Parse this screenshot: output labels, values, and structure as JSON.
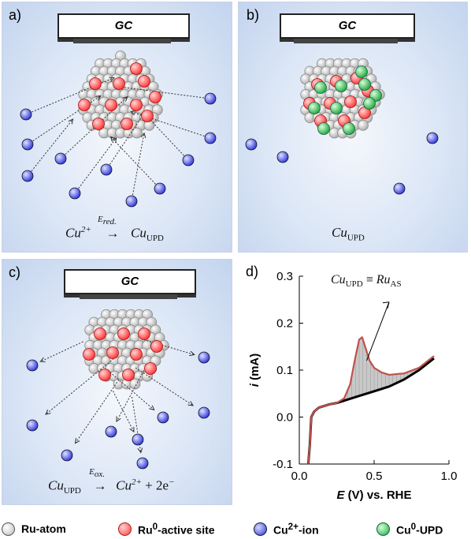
{
  "panels": {
    "a": {
      "label": "a)",
      "gc": "GC",
      "eq": {
        "left": "Cu",
        "left_sup": "2+",
        "over": "E",
        "over_sub": "red.",
        "right": "Cu",
        "right_sub": "UPD"
      }
    },
    "b": {
      "label": "b)",
      "gc": "GC",
      "eq": {
        "text": "Cu",
        "sub": "UPD"
      }
    },
    "c": {
      "label": "c)",
      "gc": "GC",
      "eq": {
        "left": "Cu",
        "left_sub": "UPD",
        "over": "E",
        "over_sub": "ox.",
        "right": "Cu",
        "right_sup": "2+",
        "tail": "+ 2e",
        "tail_sup": "−"
      }
    },
    "d": {
      "label": "d)",
      "annotation_left": "Cu",
      "annotation_left_sub": "UPD",
      "annotation_eq": "≡",
      "annotation_right": "Ru",
      "annotation_right_sub": "AS"
    }
  },
  "chart_data": {
    "type": "line",
    "xlabel_italic": "E",
    "xlabel_rest": " (V) vs. RHE",
    "ylabel_italic": "i",
    "ylabel_rest": " (mA)",
    "xlim": [
      0.0,
      1.0
    ],
    "ylim": [
      -0.1,
      0.3
    ],
    "xticks": [
      "0.0",
      "0.5",
      "1.0"
    ],
    "yticks": [
      "-0.1",
      "0.0",
      "0.1",
      "0.2",
      "0.3"
    ],
    "series": [
      {
        "color": "#c0504d",
        "x": [
          0.06,
          0.07,
          0.08,
          0.1,
          0.13,
          0.2,
          0.25,
          0.3,
          0.34,
          0.37,
          0.4,
          0.42,
          0.44,
          0.47,
          0.5,
          0.55,
          0.6,
          0.7,
          0.8,
          0.9
        ],
        "y": [
          -0.1,
          -0.06,
          0.0,
          0.012,
          0.02,
          0.027,
          0.03,
          0.04,
          0.07,
          0.12,
          0.165,
          0.17,
          0.15,
          0.12,
          0.105,
          0.095,
          0.09,
          0.093,
          0.105,
          0.13
        ]
      },
      {
        "color": "#000000",
        "x": [
          0.06,
          0.07,
          0.08,
          0.1,
          0.13,
          0.2,
          0.25,
          0.3,
          0.4,
          0.5,
          0.6,
          0.7,
          0.8,
          0.9
        ],
        "y": [
          -0.1,
          -0.06,
          0.0,
          0.012,
          0.02,
          0.027,
          0.03,
          0.035,
          0.045,
          0.055,
          0.065,
          0.08,
          0.1,
          0.125
        ]
      }
    ]
  },
  "legend": [
    {
      "label": "Ru-atom",
      "color": "#d9d9d9"
    },
    {
      "label": "Ru",
      "sup": "0",
      "rest": "-active site",
      "color": "#ff5a5a"
    },
    {
      "label": "Cu",
      "sup": "2+",
      "rest": "-ion",
      "color": "#3a44e0"
    },
    {
      "label": "Cu",
      "sup": "0",
      "rest": "-UPD",
      "color": "#2fb54a"
    }
  ],
  "colors": {
    "ru_atom": "#d6d6d6",
    "ru_active": "#ff5050",
    "cu_ion": "#3540e6",
    "cu_upd": "#2db848"
  }
}
